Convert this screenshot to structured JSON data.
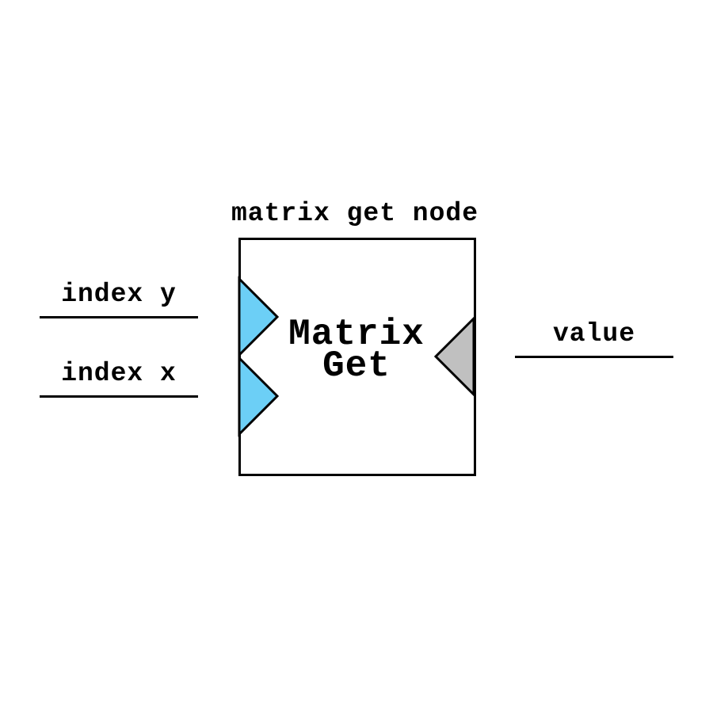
{
  "node": {
    "title": "matrix get node",
    "label_line1": "Matrix",
    "label_line2": "Get"
  },
  "inputs": [
    {
      "label": "index y",
      "color": "#6ccff6"
    },
    {
      "label": "index x",
      "color": "#6ccff6"
    }
  ],
  "outputs": [
    {
      "label": "value",
      "color": "#c0c0c0"
    }
  ]
}
